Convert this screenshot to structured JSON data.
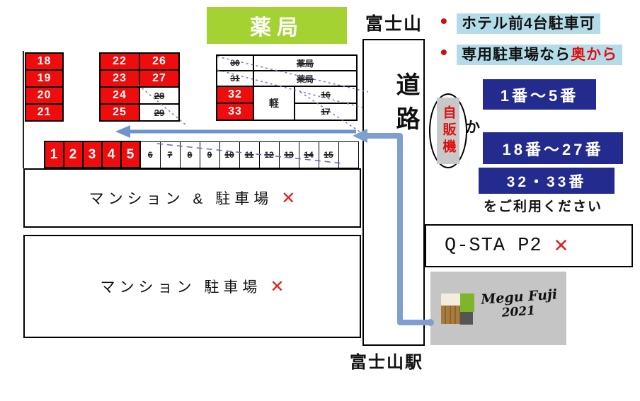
{
  "pharmacy": {
    "label": "薬局"
  },
  "landmarks": {
    "fujisan": "富士山",
    "road": "道路",
    "station": "富士山駅"
  },
  "notes": {
    "bullet": "•",
    "line1": "ホテル前4台駐車可",
    "line2_black": "専用駐車場なら",
    "line2_red": "奥から"
  },
  "guide": {
    "range1": "1番～5番",
    "or": "か",
    "range2": "18番～27番",
    "range3": "32・33番",
    "suffix": "をご利用ください"
  },
  "vending_machine": {
    "label": "自販機"
  },
  "qsta": {
    "label": "Q-STA P2",
    "cross": "✕"
  },
  "logo": {
    "name": "Megu Fuji",
    "year": "2021"
  },
  "map": {
    "left_column": [
      "18",
      "19",
      "20",
      "21"
    ],
    "mid_col1": [
      "22",
      "23",
      "24",
      "25"
    ],
    "mid_col2_open": [
      "26",
      "27"
    ],
    "mid_col2_closed": [
      "28",
      "29"
    ],
    "back_closed": [
      "30",
      "31"
    ],
    "pharmacy_cells": [
      "薬局",
      "薬局"
    ],
    "red_pair": [
      "32",
      "33"
    ],
    "kei_cell": "軽",
    "side_closed": [
      "16",
      "17"
    ],
    "front_open": [
      "1",
      "2",
      "3",
      "4",
      "5"
    ],
    "front_closed": [
      "6",
      "7",
      "8",
      "9",
      "10",
      "11",
      "12",
      "13",
      "14",
      "15"
    ],
    "mansion1": "マンション & 駐車場",
    "mansion2": "マンション 駐車場",
    "cross": "✕"
  },
  "colors": {
    "open_stall_red": "#ee0c0c",
    "navy_box": "#232b8e",
    "note_highlight": "#b3dce8",
    "pharmacy_green": "#a4d233",
    "arrow_blue": "#7396c8",
    "cross_red": "#e02020",
    "logo_bg_gray": "#c5c5c5"
  }
}
